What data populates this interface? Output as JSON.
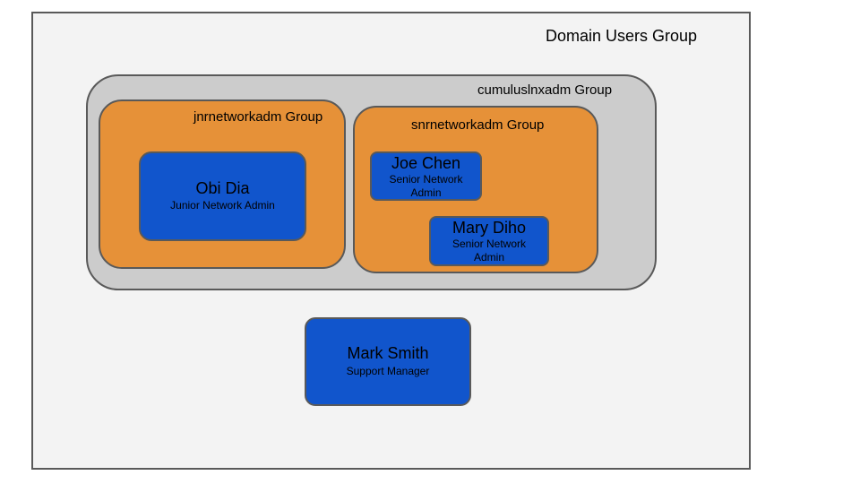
{
  "groups": {
    "domain_users": {
      "label": "Domain Users Group"
    },
    "cumulus": {
      "label": "cumuluslnxadm Group"
    },
    "jnr": {
      "label": "jnrnetworkadm Group"
    },
    "snr": {
      "label": "snrnetworkadm Group"
    }
  },
  "users": {
    "obi": {
      "name": "Obi Dia",
      "role": "Junior Network Admin"
    },
    "joe": {
      "name": "Joe Chen",
      "role": "Senior Network Admin"
    },
    "mary": {
      "name": "Mary Diho",
      "role": "Senior Network Admin"
    },
    "mark": {
      "name": "Mark Smith",
      "role": "Support Manager"
    }
  },
  "colors": {
    "domain_fill": "#f3f3f3",
    "cumulus_fill": "#cccccc",
    "subgroup_fill": "#e69138",
    "user_fill": "#1155cc",
    "border": "#595959"
  }
}
